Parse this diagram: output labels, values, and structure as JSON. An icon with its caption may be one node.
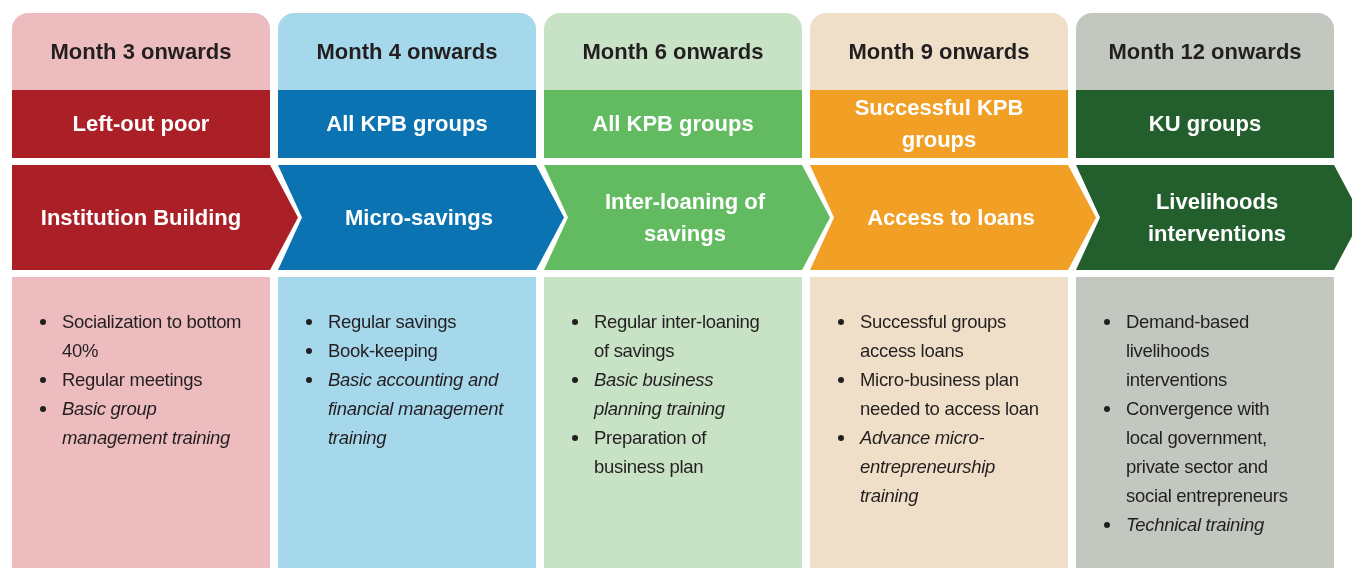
{
  "diagram": {
    "nodes": [
      {
        "text": [
          "Month 3 onwards"
        ]
      },
      {
        "text": [
          "Left-out poor"
        ]
      },
      {
        "text": [
          "Institution Building"
        ]
      },
      {
        "text": [
          "Socialization to bottom 40%",
          "Regular meetings",
          "*Basic group management training*"
        ]
      },
      {
        "text": [
          "Month 4 onwards"
        ]
      },
      {
        "text": [
          "All KPB groups"
        ]
      },
      {
        "text": [
          "Micro-savings"
        ]
      },
      {
        "text": [
          "Regular savings",
          "Book-keeping",
          "*Basic accounting and financial management training*"
        ]
      },
      {
        "text": [
          "Month 6 onwards"
        ]
      },
      {
        "text": [
          "All KPB groups"
        ]
      },
      {
        "text": [
          "Inter-loaning of savings"
        ]
      },
      {
        "text": [
          "Regular inter-loaning of savings",
          "*Basic business planning training*",
          "Preparation of business plan"
        ]
      },
      {
        "text": [
          "Month 9 onwards"
        ]
      },
      {
        "text": [
          "Successful KPB groups"
        ]
      },
      {
        "text": [
          "Access to loans"
        ]
      },
      {
        "text": [
          "Successful groups access loans",
          "Micro-business plan needed to access loan",
          "*Advance micro-entrepreneurship training*"
        ]
      },
      {
        "text": [
          "Month 12 onwards"
        ]
      },
      {
        "text": [
          "KU groups"
        ]
      },
      {
        "text": [
          "Livelihoods interventions"
        ]
      },
      {
        "text": [
          "Demand-based livelihoods interventions",
          "Convergence with local government, private sector and social entrepreneurs",
          "*Technical training*"
        ]
      }
    ]
  }
}
